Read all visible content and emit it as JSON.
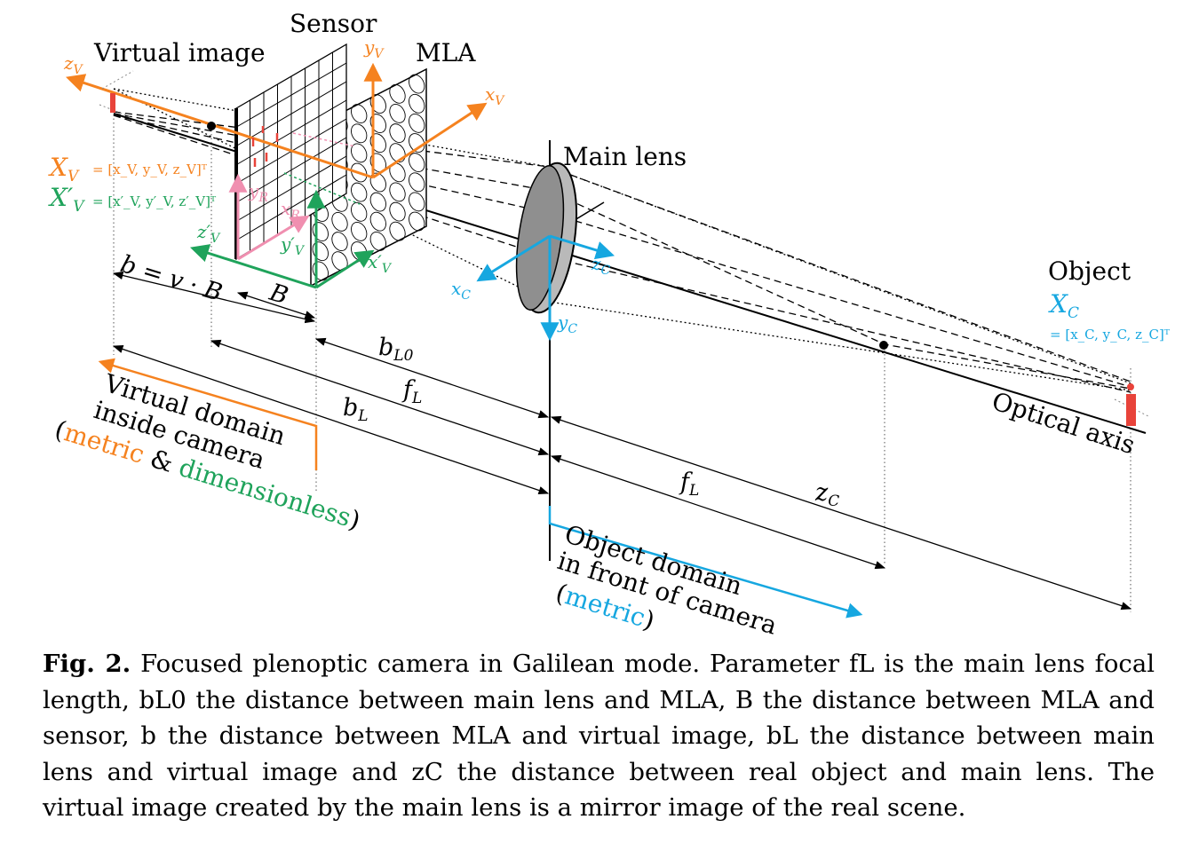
{
  "figure": {
    "labels": {
      "sensor": "Sensor",
      "virtual_image": "Virtual image",
      "mla": "MLA",
      "main_lens": "Main lens",
      "object": "Object",
      "optical_axis": "Optical axis",
      "z_v": "z",
      "z_v_sub": "V",
      "y_v": "y",
      "y_v_sub": "V",
      "x_v": "x",
      "x_v_sub": "V",
      "X_V_main": "X",
      "X_V_sub": "V",
      "X_V_def": "= [x_V, y_V, z_V]ᵀ",
      "X_V_prime_main": "X′",
      "X_V_prime_sub": "V",
      "X_V_prime_def": "= [x′_V, y′_V, z′_V]ᵀ",
      "y_R": "y",
      "y_R_sub": "R",
      "x_R": "x",
      "x_R_sub": "R",
      "z_V_prime": "z′",
      "z_V_prime_sub": "V",
      "y_V_prime": "y′",
      "y_V_prime_sub": "V",
      "x_V_prime": "x′",
      "x_V_prime_sub": "V",
      "x_C": "x",
      "x_C_sub": "C",
      "z_C_axis": "z",
      "z_C_axis_sub": "C",
      "y_C": "y",
      "y_C_sub": "C",
      "X_C_main": "X",
      "X_C_sub": "C",
      "X_C_def": "= [x_C, y_C, z_C]ᵀ",
      "b_eq": "b = v · B",
      "B": "B",
      "b_L0": "b",
      "b_L0_sub": "L0",
      "f_L_1": "f",
      "f_L_1_sub": "L",
      "b_L": "b",
      "b_L_sub": "L",
      "f_L_2": "f",
      "f_L_2_sub": "L",
      "z_C_dim": "z",
      "z_C_dim_sub": "C",
      "virtual_domain_1": "Virtual domain",
      "virtual_domain_2": "inside camera",
      "virtual_domain_3_open": "(",
      "virtual_domain_metric": "metric",
      "virtual_domain_amp": " & ",
      "virtual_domain_dimless": "dimensionless",
      "virtual_domain_close": ")",
      "object_domain_1": "Object domain",
      "object_domain_2": "in front of camera",
      "object_domain_3_open": "(",
      "object_domain_metric": "metric",
      "object_domain_close": ")"
    },
    "colors": {
      "orange": "#f5821f",
      "green": "#1fa35b",
      "pink": "#f08fb0",
      "cyan": "#16a7e0",
      "red": "#e8433a",
      "lens_gray": "#b9b9b9"
    }
  },
  "caption": {
    "label": "Fig. 2.",
    "text": " Focused plenoptic camera in Galilean mode. Parameter fL is the main lens focal length, bL0 the distance between main lens and MLA, B the distance between MLA and sensor, b the distance between MLA and virtual image, bL the distance between main lens and virtual image and zC the distance between real object and main lens. The virtual image created by the main lens is a mirror image of the real scene."
  }
}
